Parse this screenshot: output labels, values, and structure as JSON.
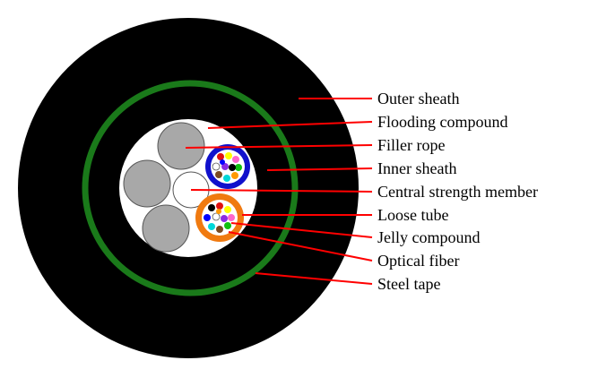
{
  "diagram": {
    "labels": [
      "Outer sheath",
      "Flooding compound",
      "Filler rope",
      "Inner sheath",
      "Central strength member",
      "Loose tube",
      "Jelly compound",
      "Optical fiber",
      "Steel tape"
    ]
  },
  "colors": {
    "outer_sheath": "#000000",
    "steel_tape": "#1a7a1a",
    "leader_line": "#ff0000",
    "filler_rope": "#a8a8a8",
    "flooding_compound": "#ffffff",
    "loose_tube_1": "#1010cc",
    "loose_tube_2": "#f07a10"
  }
}
